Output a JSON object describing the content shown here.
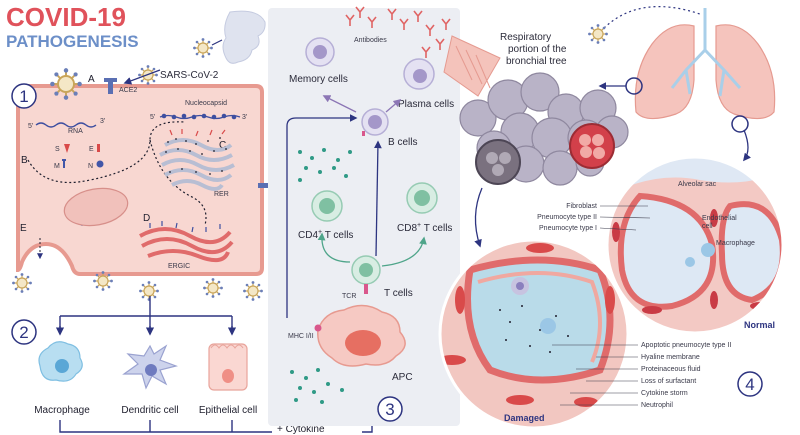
{
  "title": {
    "line1": "COVID-19",
    "line2": "PATHOGENESIS"
  },
  "colors": {
    "title_red": "#e0525b",
    "title_blue": "#6c8fc8",
    "navy": "#2d3480",
    "cell_pink": "#f6c9c3",
    "cell_border": "#e79a90",
    "panel_gray": "#eceef3",
    "vessel_red": "#d84a4a"
  },
  "step_numbers": [
    "1",
    "2",
    "3",
    "4"
  ],
  "stage1": {
    "virus_label": "SARS-CoV-2",
    "receptor_label": "ACE2",
    "nucleocapsid_label": "Nucleocapsid",
    "rna_label": "RNA",
    "five_prime": "5'",
    "three_prime": "3'",
    "letters": [
      "A",
      "B",
      "C",
      "D",
      "E"
    ],
    "proteins": [
      "S",
      "E",
      "M",
      "N"
    ],
    "rer_label": "RER",
    "ergic_label": "ERGIC"
  },
  "stage2": {
    "cells": [
      "Macrophage",
      "Dendritic cell",
      "Epithelial cell"
    ]
  },
  "stage3": {
    "antibodies_label": "Antibodies",
    "memory_cells": "Memory cells",
    "plasma_cells": "Plasma cells",
    "b_cells": "B cells",
    "cd4_pre": "CD4",
    "cd4_post": " T cells",
    "cd8_pre": "CD8",
    "cd8_post": " T cells",
    "plus": "+",
    "tcr": "TCR",
    "t_cells": "T cells",
    "mhc": "MHC I/II",
    "apc": "APC",
    "cytokine": "+ Cytokine"
  },
  "stage4": {
    "bronchial_line1": "Respiratory",
    "bronchial_line2": "portion of the",
    "bronchial_line3": "bronchial tree",
    "normal_labels": [
      "Fibroblast",
      "Pneumocyte type II",
      "Pneumocyte type I"
    ],
    "alveolar_sac": "Alveolar sac",
    "endothelial_line1": "Endothelial",
    "endothelial_line2": "cell",
    "macrophage": "Macrophage",
    "normal": "Normal",
    "damaged_labels": [
      "Apoptotic pneumocyte type II",
      "Hyaline membrane",
      "Proteinaceous fluid",
      "Loss of surfactant",
      "Cytokine storm",
      "Neutrophil"
    ],
    "damaged": "Damaged"
  }
}
